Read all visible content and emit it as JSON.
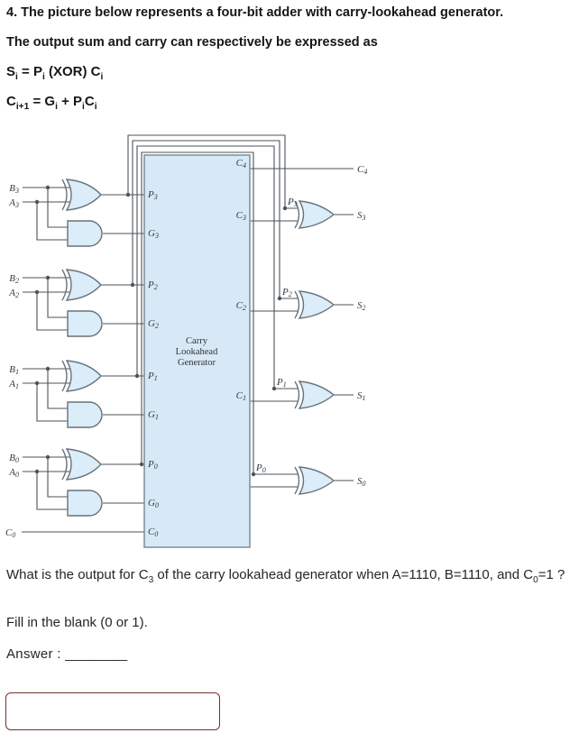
{
  "colors": {
    "wire": "#4d5358",
    "gate_fill": "#daedf9",
    "box_fill": "#d7e9f6",
    "gate_stroke": "#68727a",
    "box_stroke": "#7d8d99",
    "answer_border": "#76302c"
  },
  "intro": {
    "line1": "4. The picture below represents a four-bit adder with carry-lookahead generator.",
    "line2": "The output sum and carry can respectively be expressed as",
    "formula_sum": {
      "segments": [
        {
          "t": "S",
          "sub": "i"
        },
        {
          "t": " = P",
          "sub": "i"
        },
        {
          "t": " (XOR) C",
          "sub": "i"
        }
      ]
    },
    "formula_carry": {
      "segments": [
        {
          "t": "C",
          "sub": "i+1"
        },
        {
          "t": " = G",
          "sub": "i"
        },
        {
          "t": " + P",
          "sub": "i"
        },
        {
          "t": "C",
          "sub": "i"
        }
      ]
    }
  },
  "diagram": {
    "block_title": [
      "Carry",
      "Lookahead",
      "Generator"
    ],
    "labels": {
      "b3": {
        "t": "B",
        "sub": "3"
      },
      "a3": {
        "t": "A",
        "sub": "3"
      },
      "b2": {
        "t": "B",
        "sub": "2"
      },
      "a2": {
        "t": "A",
        "sub": "2"
      },
      "b1": {
        "t": "B",
        "sub": "1"
      },
      "a1": {
        "t": "A",
        "sub": "1"
      },
      "b0": {
        "t": "B",
        "sub": "0"
      },
      "a0": {
        "t": "A",
        "sub": "0"
      },
      "c0_ext": {
        "t": "C",
        "sub": "0"
      },
      "p3_in": {
        "t": "P",
        "sub": "3"
      },
      "g3_in": {
        "t": "G",
        "sub": "3"
      },
      "p2_in": {
        "t": "P",
        "sub": "2"
      },
      "g2_in": {
        "t": "G",
        "sub": "2"
      },
      "p1_in": {
        "t": "P",
        "sub": "1"
      },
      "g1_in": {
        "t": "G",
        "sub": "1"
      },
      "p0_in": {
        "t": "P",
        "sub": "0"
      },
      "g0_in": {
        "t": "G",
        "sub": "0"
      },
      "c0_in": {
        "t": "C",
        "sub": "0"
      },
      "c4_port": {
        "t": "C",
        "sub": "4"
      },
      "c3_port": {
        "t": "C",
        "sub": "3"
      },
      "c2_port": {
        "t": "C",
        "sub": "2"
      },
      "c1_port": {
        "t": "C",
        "sub": "1"
      },
      "c4_out": {
        "t": "C",
        "sub": "4"
      },
      "s3_out": {
        "t": "S",
        "sub": "3"
      },
      "s2_out": {
        "t": "S",
        "sub": "2"
      },
      "s1_out": {
        "t": "S",
        "sub": "1"
      },
      "s0_out": {
        "t": "S",
        "sub": "0"
      },
      "p3_tap": {
        "t": "P",
        "sub": "3"
      },
      "p2_tap": {
        "t": "P",
        "sub": "2"
      },
      "p1_tap": {
        "t": "P",
        "sub": "1"
      },
      "p0_tap": {
        "t": "P",
        "sub": "0"
      }
    }
  },
  "question": {
    "text": {
      "segments": [
        {
          "t": "What is the output for C",
          "sub": "3"
        },
        {
          "t": " of the carry lookahead generator when A=1110, B=1110, and C",
          "sub": "0"
        },
        {
          "t": "=1 ?"
        }
      ]
    },
    "instruction": "Fill in the blank (0 or 1).",
    "answer_label": "Answer :",
    "answer_blank": "________",
    "input_value": ""
  }
}
